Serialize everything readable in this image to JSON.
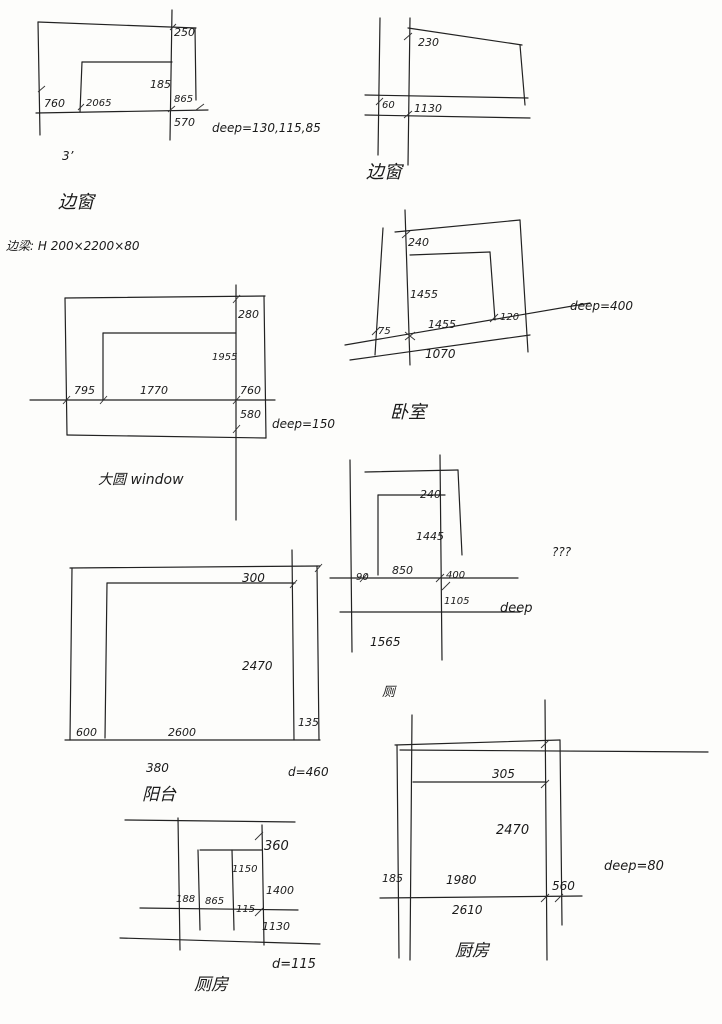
{
  "sketches": [
    {
      "id": "sketch-1",
      "labels": [
        "250",
        "185",
        "760",
        "2065",
        "865",
        "570",
        "deep=130,115,85",
        "3’",
        "边窗"
      ]
    },
    {
      "id": "sketch-2",
      "labels": [
        "230",
        "60",
        "1130",
        "边窗"
      ]
    },
    {
      "id": "sketch-3",
      "labels": [
        "边梁: H 200×2200×80",
        "280",
        "1955",
        "795",
        "1770",
        "760",
        "580",
        "deep=150",
        "大圆 window"
      ]
    },
    {
      "id": "sketch-4",
      "labels": [
        "240",
        "1455",
        "75",
        "1455",
        "120",
        "1070",
        "deep=400",
        "卧室"
      ]
    },
    {
      "id": "sketch-5",
      "labels": [
        "240",
        "1445",
        "90",
        "850",
        "400",
        "1105",
        "1565",
        "deep",
        "???",
        "厕"
      ]
    },
    {
      "id": "sketch-6",
      "labels": [
        "300",
        "2470",
        "600",
        "2600",
        "135",
        "380",
        "d=460",
        "阳台"
      ]
    },
    {
      "id": "sketch-7",
      "labels": [
        "360",
        "1400",
        "188",
        "865",
        "1150",
        "115",
        "1130",
        "d=115",
        "厕房"
      ]
    },
    {
      "id": "sketch-8",
      "labels": [
        "305",
        "2470",
        "1980",
        "2610",
        "185",
        "560",
        "deep=80",
        "厨房"
      ]
    }
  ]
}
